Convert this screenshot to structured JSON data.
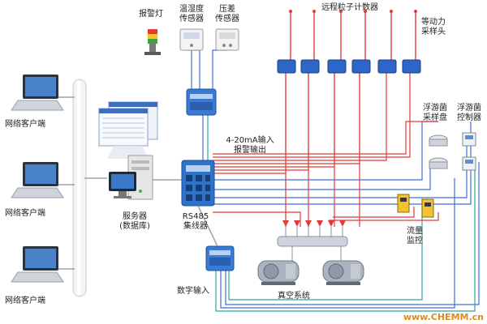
{
  "labels": {
    "alarm_light": "报警灯",
    "temp_humidity_sensor": "温湿度\n传感器",
    "pressure_sensor": "压差\n传感器",
    "remote_particle_counters": "远程粒子计数器",
    "isokinetic_probe": "等动力\n采样头",
    "network_client_1": "网络客户端",
    "network_client_2": "网络客户端",
    "network_client_3": "网络客户端",
    "server": "服务器\n(数据库)",
    "analog_io": "4-20mA输入\n报警输出",
    "rs485_hub": "RS485\n集线器",
    "digital_input": "数字输入",
    "vacuum_system": "真空系统",
    "plankton_sampler": "浮游菌\n采样盘",
    "plankton_controller": "浮游菌\n控制器",
    "flow_monitor": "流量\n监控",
    "watermark": "www.CHEMM.cn"
  },
  "colors": {
    "line_red": "#e23a3a",
    "line_blue": "#3f6fd8",
    "line_teal": "#2aa7a0",
    "module_blue": "#3a7bd5",
    "hub_blue": "#2f73c9",
    "counter_blue": "#2e67c7"
  }
}
